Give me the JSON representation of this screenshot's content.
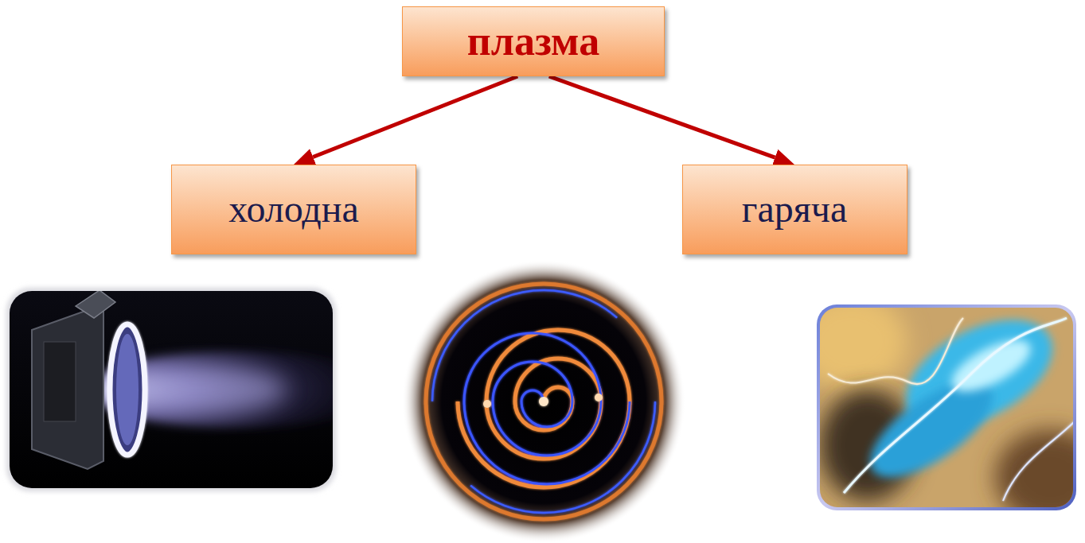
{
  "diagram": {
    "nodes": [
      {
        "text": [
          "плазма"
        ]
      },
      {
        "text": [
          "холодна"
        ]
      },
      {
        "text": [
          "гаряча"
        ]
      }
    ],
    "edges": [
      {
        "from": 0,
        "to": 1,
        "arrow": "to"
      },
      {
        "from": 0,
        "to": 2,
        "arrow": "to"
      }
    ]
  }
}
